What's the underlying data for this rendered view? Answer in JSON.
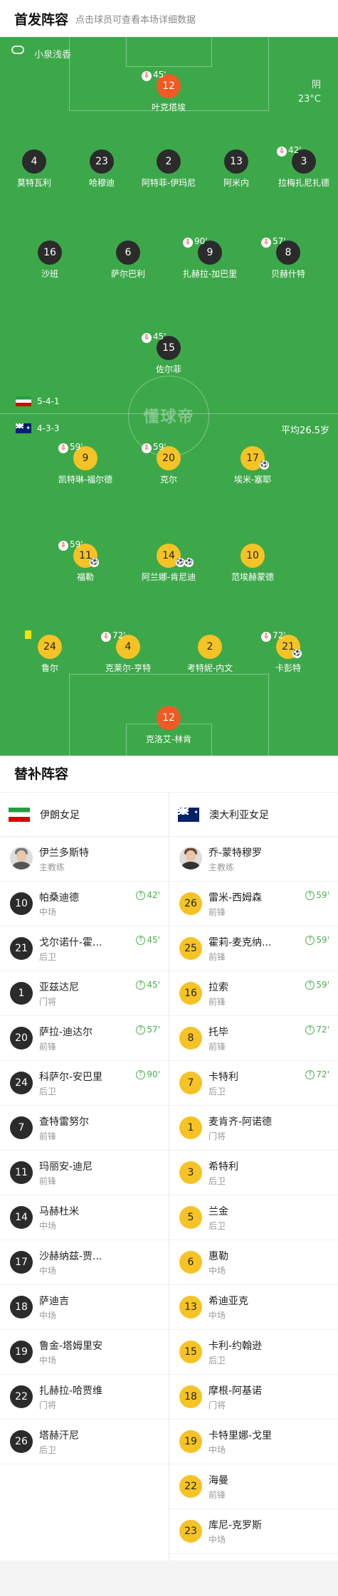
{
  "header": {
    "title": "首发阵容",
    "subtitle": "点击球员可查看本场详细数据"
  },
  "pitch": {
    "referee": "小泉浅香",
    "weather": "阴",
    "temperature": "23°C",
    "watermark": "懂球帝",
    "home_formation": "5-4-1",
    "away_formation": "4-3-3",
    "away_avg_age": "平均26.5岁",
    "home_players": [
      {
        "num": "12",
        "name": "叶克塔埃",
        "sub_time": "45'"
      },
      {
        "num": "4",
        "name": "莫特瓦利"
      },
      {
        "num": "23",
        "name": "哈穆迪"
      },
      {
        "num": "2",
        "name": "阿特菲-伊玛尼"
      },
      {
        "num": "13",
        "name": "阿米内"
      },
      {
        "num": "3",
        "name": "拉梅扎尼扎德",
        "sub_time": "42'"
      },
      {
        "num": "16",
        "name": "沙班"
      },
      {
        "num": "6",
        "name": "萨尔巴利"
      },
      {
        "num": "9",
        "name": "扎赫拉-加巴里",
        "sub_time": "90'"
      },
      {
        "num": "8",
        "name": "贝赫什特",
        "sub_time": "57'"
      },
      {
        "num": "15",
        "name": "佐尔菲",
        "sub_time": "45'"
      }
    ],
    "away_players": [
      {
        "num": "9",
        "name": "凯特琳-福尔德",
        "sub_time": "59'"
      },
      {
        "num": "20",
        "name": "克尔",
        "sub_time": "59'"
      },
      {
        "num": "17",
        "name": "埃米-塞耶",
        "goals": "1"
      },
      {
        "num": "11",
        "name": "福勒",
        "sub_time": "59'",
        "goals": "1"
      },
      {
        "num": "14",
        "name": "阿兰娜-肯尼迪",
        "goals": "2"
      },
      {
        "num": "10",
        "name": "范埃赫蒙德"
      },
      {
        "num": "24",
        "name": "鲁尔",
        "card": "yellow"
      },
      {
        "num": "4",
        "name": "克莱尔-亨特",
        "sub_time": "72'"
      },
      {
        "num": "2",
        "name": "考特妮-内文"
      },
      {
        "num": "21",
        "name": "卡彭特",
        "sub_time": "72'",
        "goals": "1"
      },
      {
        "num": "12",
        "name": "克洛艾-林肯"
      }
    ]
  },
  "subs": {
    "title": "替补阵容",
    "home": {
      "team": "伊朗女足",
      "coach": {
        "name": "伊兰多斯特",
        "role": "主教练"
      },
      "players": [
        {
          "num": "10",
          "name": "帕桑迪德",
          "pos": "中场",
          "on": "42'"
        },
        {
          "num": "21",
          "name": "戈尔诺什-霍...",
          "pos": "后卫",
          "on": "45'"
        },
        {
          "num": "1",
          "name": "亚兹达尼",
          "pos": "门将",
          "on": "45'"
        },
        {
          "num": "20",
          "name": "萨拉-迪达尔",
          "pos": "前锋",
          "on": "57'"
        },
        {
          "num": "24",
          "name": "科萨尔-安巴里",
          "pos": "后卫",
          "on": "90'"
        },
        {
          "num": "7",
          "name": "查特雷努尔",
          "pos": "前锋"
        },
        {
          "num": "11",
          "name": "玛丽安-迪尼",
          "pos": "前锋"
        },
        {
          "num": "14",
          "name": "马赫杜米",
          "pos": "中场"
        },
        {
          "num": "17",
          "name": "沙赫纳兹-贾...",
          "pos": "中场"
        },
        {
          "num": "18",
          "name": "萨迪吉",
          "pos": "中场"
        },
        {
          "num": "19",
          "name": "鲁金-塔姆里安",
          "pos": "中场"
        },
        {
          "num": "22",
          "name": "扎赫拉-哈贾维",
          "pos": "门将"
        },
        {
          "num": "26",
          "name": "塔赫汗尼",
          "pos": "后卫"
        }
      ]
    },
    "away": {
      "team": "澳大利亚女足",
      "coach": {
        "name": "乔-蒙特穆罗",
        "role": "主教练"
      },
      "players": [
        {
          "num": "26",
          "name": "雷米-西姆森",
          "pos": "前锋",
          "on": "59'"
        },
        {
          "num": "25",
          "name": "霍莉-麦克纳...",
          "pos": "前锋",
          "on": "59'"
        },
        {
          "num": "16",
          "name": "拉索",
          "pos": "前锋",
          "on": "59'"
        },
        {
          "num": "8",
          "name": "托毕",
          "pos": "前锋",
          "on": "72'"
        },
        {
          "num": "7",
          "name": "卡特利",
          "pos": "后卫",
          "on": "72'"
        },
        {
          "num": "1",
          "name": "麦肯齐-阿诺德",
          "pos": "门将"
        },
        {
          "num": "3",
          "name": "希特利",
          "pos": "后卫"
        },
        {
          "num": "5",
          "name": "兰金",
          "pos": "后卫"
        },
        {
          "num": "6",
          "name": "惠勒",
          "pos": "中场"
        },
        {
          "num": "13",
          "name": "希迪亚克",
          "pos": "中场"
        },
        {
          "num": "15",
          "name": "卡利-约翰逊",
          "pos": "后卫"
        },
        {
          "num": "18",
          "name": "摩根-阿基诺",
          "pos": "门将"
        },
        {
          "num": "19",
          "name": "卡特里娜-戈里",
          "pos": "中场"
        },
        {
          "num": "22",
          "name": "海曼",
          "pos": "前锋"
        },
        {
          "num": "23",
          "name": "库尼-克罗斯",
          "pos": "中场"
        }
      ]
    }
  }
}
